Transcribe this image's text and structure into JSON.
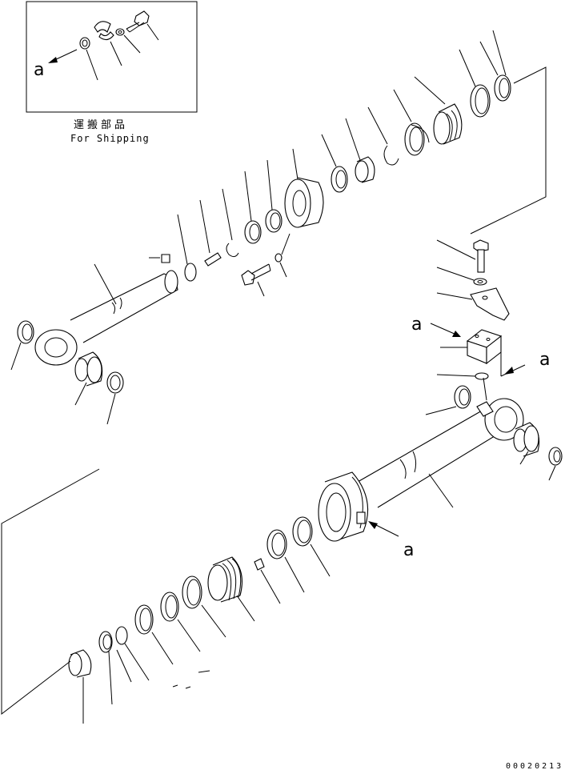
{
  "diagram": {
    "inset_caption_jp": "運搬部品",
    "inset_caption_en": "For Shipping",
    "marker_letter": "a",
    "drawing_code": "00020213"
  }
}
